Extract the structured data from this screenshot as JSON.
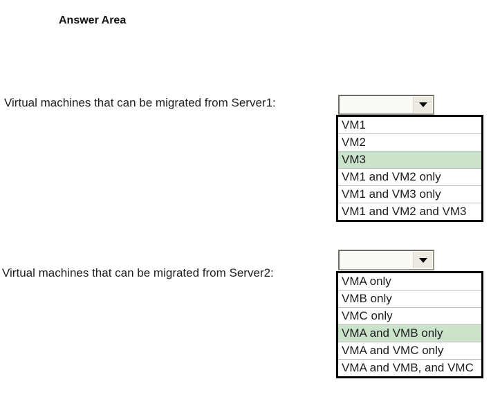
{
  "title": "Answer Area",
  "colors": {
    "highlight": "#cbe3cb",
    "listbox_border": "#000000",
    "combobox_border": "#6e6d65",
    "arrow_button_bg": "#edebe1",
    "row_separator": "#bdbdbd"
  },
  "questions": [
    {
      "label": "Virtual machines that can be migrated from Server1:",
      "dropdown_value": "",
      "selected_index": 2,
      "options": [
        "VM1",
        "VM2",
        "VM3",
        "VM1 and VM2 only",
        "VM1 and VM3 only",
        "VM1 and VM2 and VM3"
      ]
    },
    {
      "label": "Virtual machines that can be migrated from Server2:",
      "dropdown_value": "",
      "selected_index": 3,
      "options": [
        "VMA only",
        "VMB only",
        "VMC only",
        "VMA and VMB only",
        "VMA and VMC only",
        "VMA and VMB, and VMC"
      ]
    }
  ]
}
